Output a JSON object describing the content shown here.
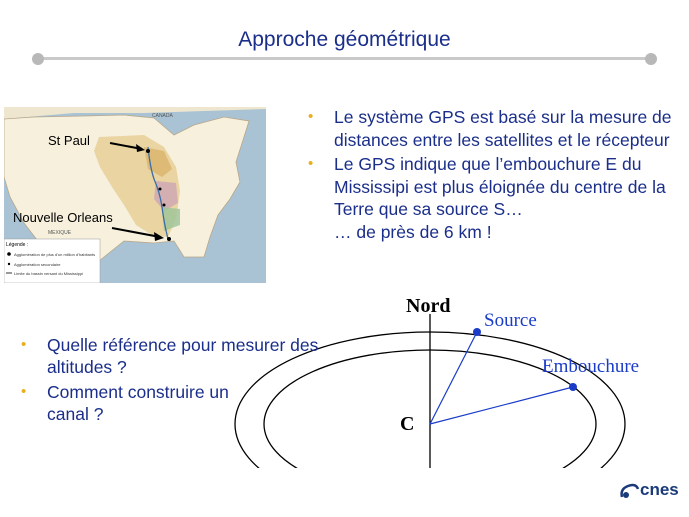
{
  "title": "Approche géométrique",
  "map": {
    "label_stpaul": "St Paul",
    "label_orleans": "Nouvelle Orleans",
    "canada": "CANADA",
    "mexique": "MEXIQUE",
    "legend_title": "Légende :",
    "legend_items": [
      "Agglomération de plus d'un million d'habitants",
      "Agglomération secondaire",
      "Limite du bassin versant du Mississippi"
    ],
    "colors": {
      "land": "#f6f0dc",
      "water": "#9fb9c9",
      "basin": "#d9b36b",
      "accent": "#7ab073"
    }
  },
  "right_bullets": [
    "Le système GPS est basé sur la mesure de distances entre les satellites et le récepteur",
    "Le GPS indique que l’embouchure E du Mississipi est plus éloignée du centre de la Terre que sa source S…"
  ],
  "right_sub": "… de près de 6 km !",
  "left_bullets": [
    "Quelle référence pour mesurer des altitudes ?",
    "Comment construire un canal ?"
  ],
  "diagram": {
    "nord": "Nord",
    "source": "Source",
    "embouchure": "Embouchure",
    "center": "C",
    "label_color": "#1a3cc8"
  },
  "logo": "cnes",
  "colors": {
    "title": "#1a2e8a",
    "bullet": "#e8b020",
    "rule": "#c9c9c9"
  }
}
